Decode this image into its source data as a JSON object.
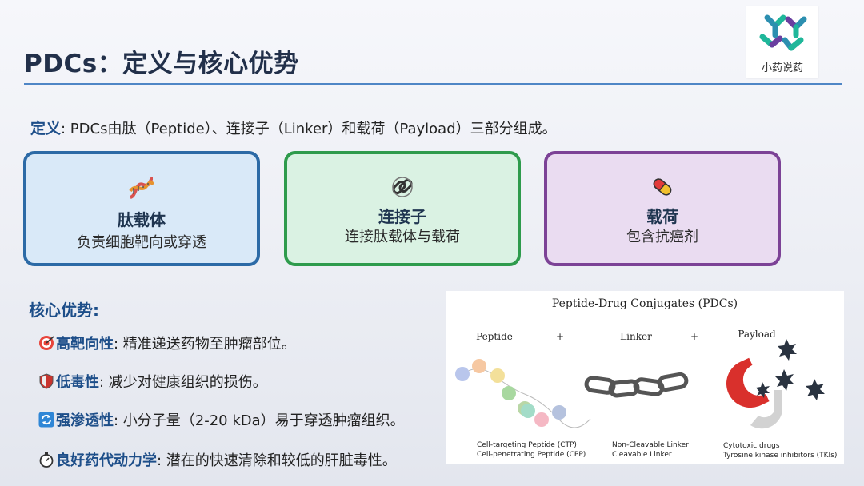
{
  "title": "PDCs：定义与核心优势",
  "logo": {
    "text": "小药说药",
    "icon": "molecule-logo-icon"
  },
  "definition": {
    "label": "定义",
    "text": ": PDCs由肽（Peptide）、连接子（Linker）和载荷（Payload）三部分组成。"
  },
  "cards": [
    {
      "icon": "dna-icon",
      "title": "肽载体",
      "desc": "负责细胞靶向或穿透",
      "color": "#2c6aa6"
    },
    {
      "icon": "link-icon",
      "title": "连接子",
      "desc": "连接肽载体与载荷",
      "color": "#2e9b4c"
    },
    {
      "icon": "pill-icon",
      "title": "载荷",
      "desc": "包含抗癌剂",
      "color": "#7c4296"
    }
  ],
  "advantages": {
    "heading": "核心优势:",
    "items": [
      {
        "icon": "target-icon",
        "label": "高靶向性",
        "text": ": 精准递送药物至肿瘤部位。"
      },
      {
        "icon": "shield-icon",
        "label": "低毒性",
        "text": ": 减少对健康组织的损伤。"
      },
      {
        "icon": "cycle-icon",
        "label": "强渗透性",
        "text": ": 小分子量（2-20 kDa）易于穿透肿瘤组织。"
      },
      {
        "icon": "stopwatch-icon",
        "label": "良好药代动力学",
        "text": ": 潜在的快速清除和较低的肝脏毒性。"
      }
    ]
  },
  "figure": {
    "title": "Peptide-Drug Conjugates (PDCs)",
    "peptide_label": "Peptide",
    "plus": "+",
    "linker_label": "Linker",
    "payload_label": "Payload",
    "peptide_caption_1": "Cell-targeting Peptide (CTP)",
    "peptide_caption_2": "Cell-penetrating Peptide (CPP)",
    "linker_caption_1": "Non-Cleavable Linker",
    "linker_caption_2": "Cleavable Linker",
    "payload_caption_1": "Cytotoxic drugs",
    "payload_caption_2": "Tyrosine kinase inhibitors (TKIs)"
  }
}
